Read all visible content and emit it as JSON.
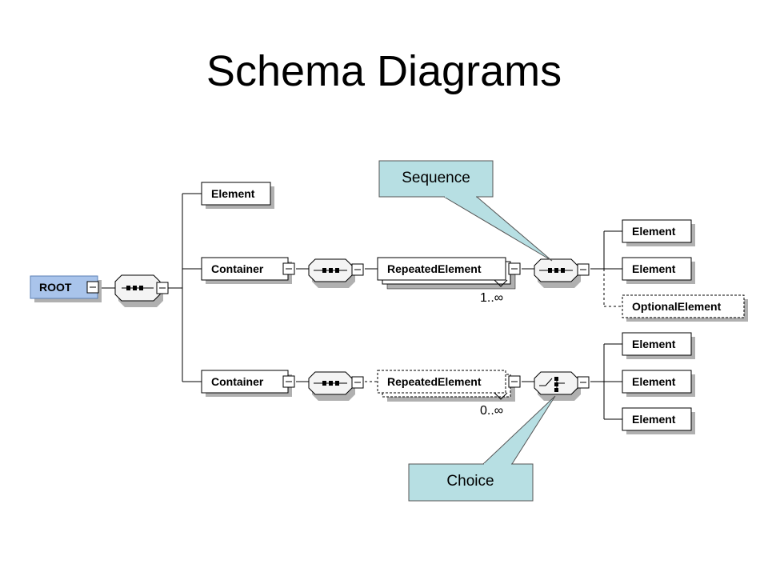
{
  "title": "Schema Diagrams",
  "elements": {
    "root": "ROOT",
    "top_element": "Element",
    "container_1": "Container",
    "container_2": "Container",
    "repeated_1": "RepeatedElement",
    "repeated_2": "RepeatedElement",
    "seq_child_1": "Element",
    "seq_child_2": "Element",
    "optional": "OptionalElement",
    "choice_child_1": "Element",
    "choice_child_2": "Element",
    "choice_child_3": "Element"
  },
  "occurrence": {
    "repeated_1": "1..∞",
    "repeated_2": "0..∞"
  },
  "callouts": {
    "sequence": "Sequence",
    "choice": "Choice"
  },
  "colors": {
    "root_fill": "#a9c4eb",
    "root_border": "#5b7fb5",
    "callout_fill": "#b7dfe3",
    "element_shadow": "#b0b0b0",
    "compositor_fill": "#f4f4f4"
  }
}
